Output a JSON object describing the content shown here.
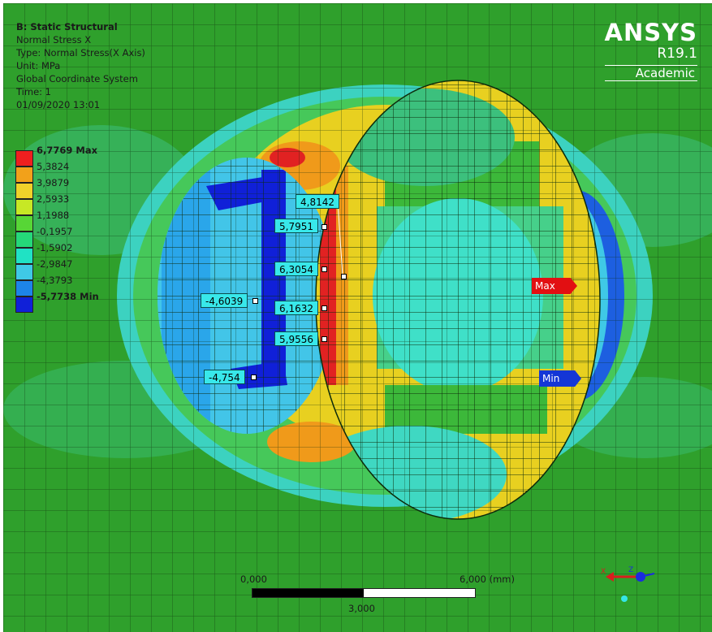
{
  "info": {
    "title": "B: Static Structural",
    "lines": [
      "Normal Stress X",
      "Type: Normal Stress(X Axis)",
      "Unit: MPa",
      "Global Coordinate System",
      "Time: 1",
      "01/09/2020 13:01"
    ]
  },
  "legend": {
    "labels": [
      "6,7769 Max",
      "5,3824",
      "3,9879",
      "2,5933",
      "1,1988",
      "-0,1957",
      "-1,5902",
      "-2,9847",
      "-4,3793",
      "-5,7738 Min"
    ],
    "colors": [
      "#ef1f1f",
      "#f2a11a",
      "#f0d22a",
      "#c7e825",
      "#57d636",
      "#25d979",
      "#20e2c4",
      "#3fc9e6",
      "#1d84e8",
      "#1020d8"
    ]
  },
  "probes": [
    "4,8142",
    "5,7951",
    "6,3054",
    "-4,6039",
    "6,1632",
    "5,9556",
    "-4,754"
  ],
  "markers": {
    "max": "Max",
    "min": "Min"
  },
  "brand": {
    "name": "ANSYS",
    "version": "R19.1",
    "edition": "Academic"
  },
  "scale": {
    "left": "0,000",
    "right": "6,000 (mm)",
    "mid": "3,000"
  },
  "triad": {
    "x_label": "X",
    "z_label": "Z"
  }
}
